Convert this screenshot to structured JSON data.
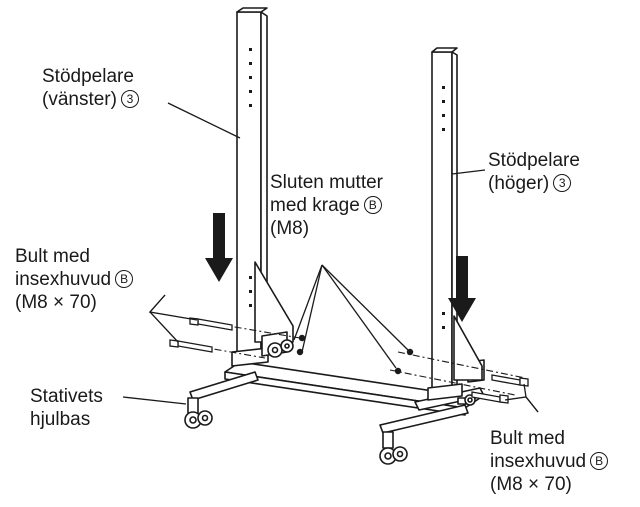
{
  "labels": {
    "left_pillar": {
      "line1": "Stödpelare",
      "line2": "(vänster)",
      "badge": "3"
    },
    "right_pillar": {
      "line1": "Stödpelare",
      "line2": "(höger)",
      "badge": "3"
    },
    "cap_nut": {
      "line1": "Sluten mutter",
      "line2": "med krage",
      "badge": "B",
      "line3": "(M8)"
    },
    "bolt_left": {
      "line1": "Bult med",
      "line2": "insexhuvud",
      "badge": "B",
      "line3": "(M8 × 70)"
    },
    "bolt_right": {
      "line1": "Bult med",
      "line2": "insexhuvud",
      "badge": "B",
      "line3": "(M8 × 70)"
    },
    "caster_base": {
      "line1": "Stativets",
      "line2": "hjulbas"
    }
  }
}
